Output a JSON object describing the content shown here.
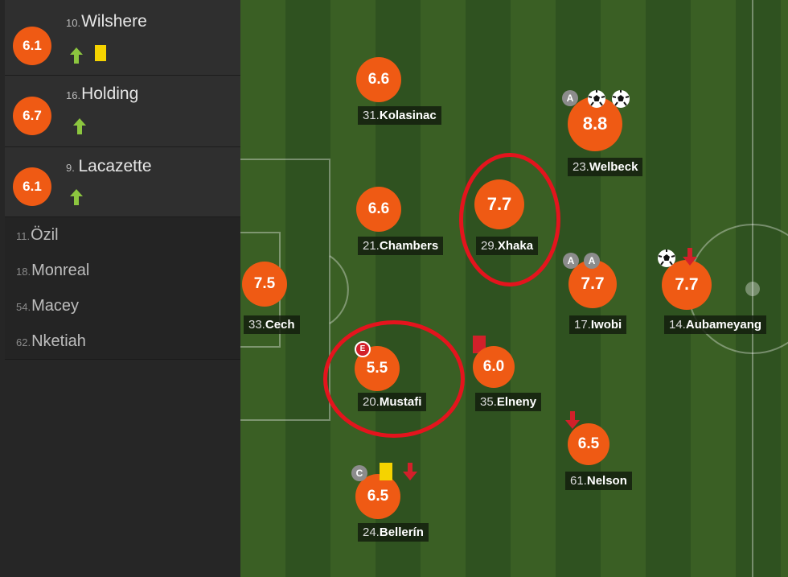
{
  "substitutes_in": [
    {
      "rating": "6.1",
      "number": "10.",
      "name": "Wilshere",
      "events": [
        "sub-on",
        "yellow-card"
      ]
    },
    {
      "rating": "6.7",
      "number": "16.",
      "name": "Holding",
      "events": [
        "sub-on"
      ]
    },
    {
      "rating": "6.1",
      "number": "9. ",
      "name": "Lacazette",
      "events": [
        "sub-on"
      ]
    }
  ],
  "bench": [
    {
      "number": "11.",
      "name": "Özil"
    },
    {
      "number": "18.",
      "name": "Monreal"
    },
    {
      "number": "54.",
      "name": "Macey"
    },
    {
      "number": "62.",
      "name": "Nketiah"
    }
  ],
  "players": {
    "cech": {
      "rating": "7.5",
      "number": "33.",
      "name": "Cech"
    },
    "kolasinac": {
      "rating": "6.6",
      "number": "31.",
      "name": "Kolasinac"
    },
    "chambers": {
      "rating": "6.6",
      "number": "21.",
      "name": "Chambers"
    },
    "mustafi": {
      "rating": "5.5",
      "number": "20.",
      "name": "Mustafi",
      "badges": [
        "E"
      ]
    },
    "bellerin": {
      "rating": "6.5",
      "number": "24.",
      "name": "Bellerín",
      "badges": [
        "C"
      ],
      "events": [
        "yellow-card",
        "sub-off"
      ]
    },
    "xhaka": {
      "rating": "7.7",
      "number": "29.",
      "name": "Xhaka"
    },
    "elneny": {
      "rating": "6.0",
      "number": "35.",
      "name": "Elneny",
      "events": [
        "red-card"
      ]
    },
    "welbeck": {
      "rating": "8.8",
      "number": "23.",
      "name": "Welbeck",
      "badges": [
        "A"
      ],
      "events": [
        "goal",
        "goal"
      ]
    },
    "iwobi": {
      "rating": "7.7",
      "number": "17.",
      "name": "Iwobi",
      "badges": [
        "A",
        "A"
      ]
    },
    "aubameyang": {
      "rating": "7.7",
      "number": "14.",
      "name": "Aubameyang",
      "events": [
        "goal",
        "sub-off"
      ]
    },
    "nelson": {
      "rating": "6.5",
      "number": "61.",
      "name": "Nelson",
      "events": [
        "sub-off"
      ]
    }
  },
  "colors": {
    "rating": "#ef5a14",
    "highlight_circle": "#e4141d",
    "yellow_card": "#f5d300",
    "red_card": "#d2202a",
    "sub_on": "#8cc63f",
    "sub_off": "#d2202a"
  },
  "icons": [
    "arrow-up-icon",
    "arrow-down-icon",
    "yellow-card-icon",
    "red-card-icon",
    "football-icon"
  ]
}
